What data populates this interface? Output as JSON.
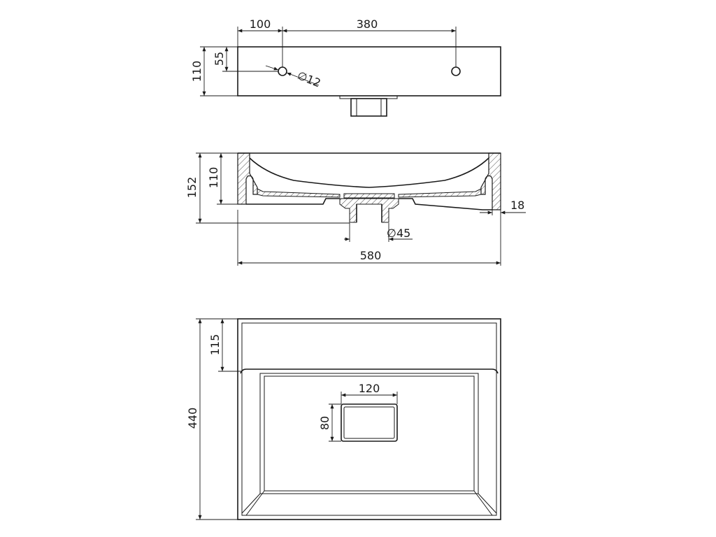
{
  "top_view": {
    "dim_hole_offset": "100",
    "dim_hole_spacing": "380",
    "dim_hole_depth": "55",
    "dim_rim_depth": "110",
    "dim_hole_diameter": "∅12"
  },
  "section_view": {
    "dim_total_height": "152",
    "dim_basin_depth": "110",
    "dim_wall_thickness": "18",
    "dim_drain_diameter": "∅45",
    "dim_total_width": "580"
  },
  "plan_view": {
    "dim_total_depth": "440",
    "dim_shelf_depth": "115",
    "dim_drain_width": "120",
    "dim_drain_height": "80"
  }
}
